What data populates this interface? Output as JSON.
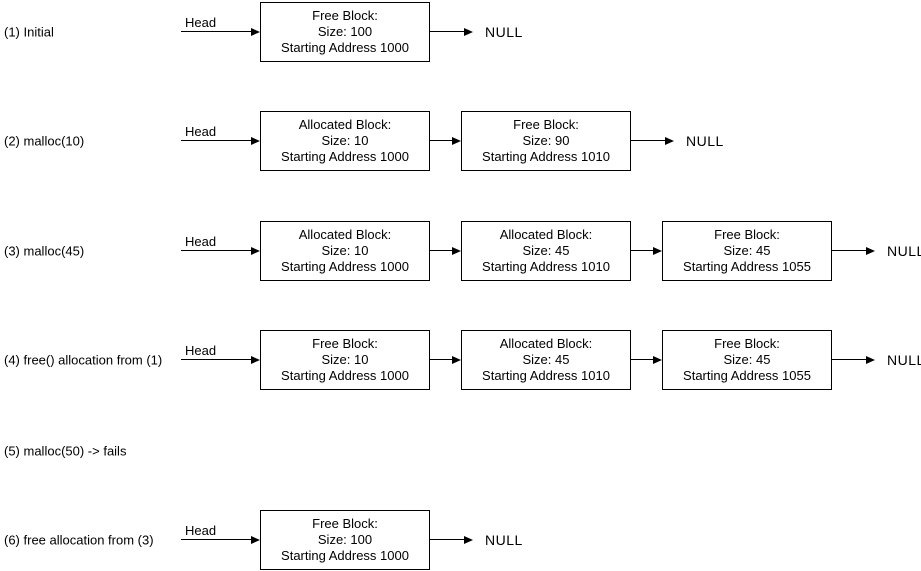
{
  "diagram": {
    "head_label": "Head",
    "null_label": "NULL",
    "rows": [
      {
        "label": "(1) Initial",
        "nodes": [
          {
            "lines": [
              "Free Block:",
              "Size: 100",
              "Starting Address 1000"
            ]
          }
        ]
      },
      {
        "label": "(2) malloc(10)",
        "nodes": [
          {
            "lines": [
              "Allocated Block:",
              "Size: 10",
              "Starting Address 1000"
            ]
          },
          {
            "lines": [
              "Free Block:",
              "Size: 90",
              "Starting Address 1010"
            ]
          }
        ]
      },
      {
        "label": "(3) malloc(45)",
        "nodes": [
          {
            "lines": [
              "Allocated Block:",
              "Size: 10",
              "Starting Address 1000"
            ]
          },
          {
            "lines": [
              "Allocated Block:",
              "Size: 45",
              "Starting Address 1010"
            ]
          },
          {
            "lines": [
              "Free Block:",
              "Size: 45",
              "Starting Address 1055"
            ]
          }
        ]
      },
      {
        "label": "(4) free() allocation from (1)",
        "nodes": [
          {
            "lines": [
              "Free Block:",
              "Size: 10",
              "Starting Address 1000"
            ]
          },
          {
            "lines": [
              "Allocated Block:",
              "Size: 45",
              "Starting Address 1010"
            ]
          },
          {
            "lines": [
              "Free Block:",
              "Size: 45",
              "Starting Address 1055"
            ]
          }
        ]
      },
      {
        "label": "(5) malloc(50) -> fails",
        "nodes": []
      },
      {
        "label": "(6) free allocation from (3)",
        "nodes": [
          {
            "lines": [
              "Free Block:",
              "Size: 100",
              "Starting Address 1000"
            ]
          }
        ]
      }
    ]
  }
}
